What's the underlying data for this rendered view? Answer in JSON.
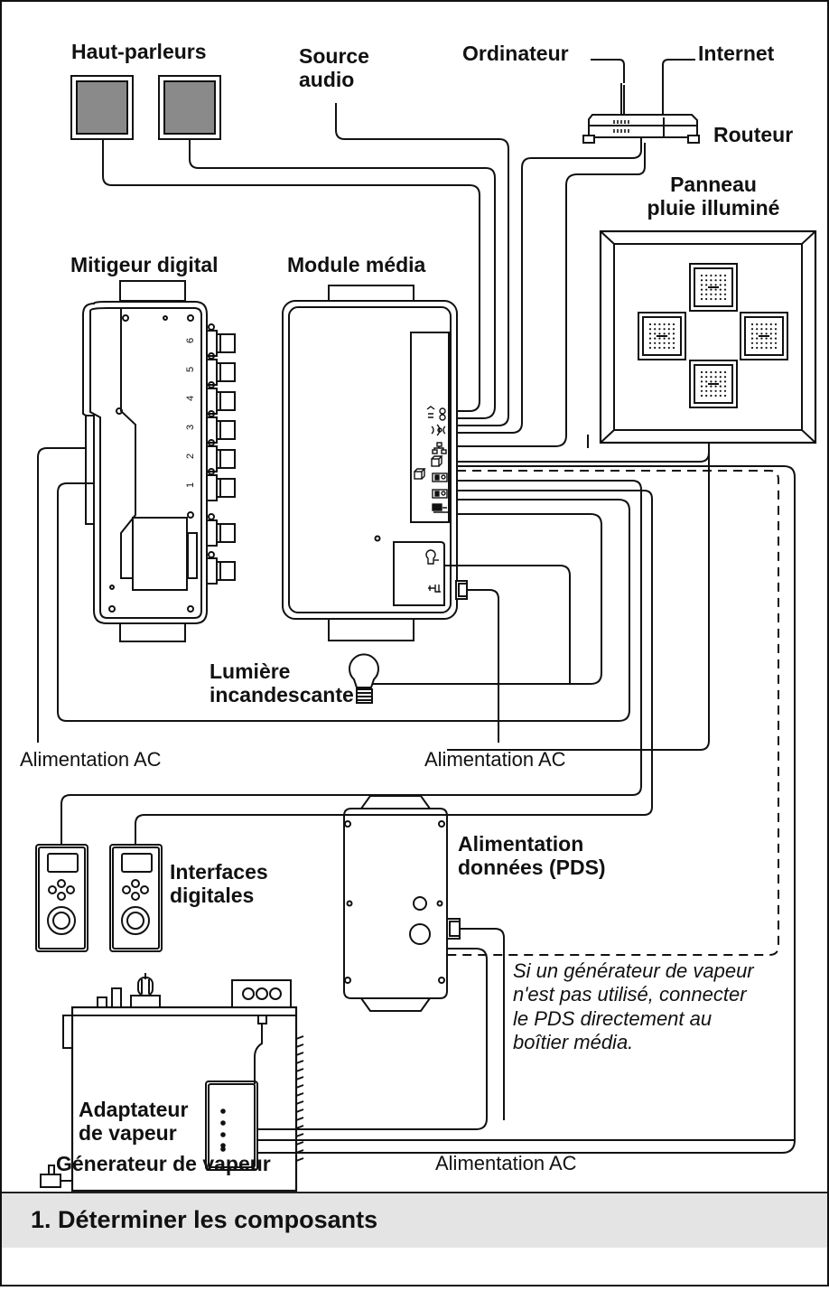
{
  "labels": {
    "haut_parleurs": "Haut-parleurs",
    "source_audio": [
      "Source",
      "audio"
    ],
    "ordinateur": "Ordinateur",
    "internet": "Internet",
    "routeur": "Routeur",
    "panneau": [
      "Panneau",
      "pluie illuminé"
    ],
    "mitigeur": "Mitigeur digital",
    "module_media": "Module média",
    "lumiere": [
      "Lumière",
      "incandescante"
    ],
    "alim_ac_left": "Alimentation AC",
    "alim_ac_mid": "Alimentation AC",
    "alim_ac_bottom": "Alimentation AC",
    "interfaces": [
      "Interfaces",
      "digitales"
    ],
    "alim_donnees": [
      "Alimentation",
      "données (PDS)"
    ],
    "note": [
      "Si un générateur de vapeur",
      "n'est pas utilisé, connecter",
      "le PDS directement au",
      "boîtier média."
    ],
    "adaptateur": [
      "Adaptateur",
      "de vapeur"
    ],
    "generateur": "Génerateur de vapeur"
  },
  "valve_ports": [
    "6",
    "5",
    "4",
    "3",
    "2",
    "1"
  ],
  "section": {
    "title": "1. Déterminer les composants"
  }
}
